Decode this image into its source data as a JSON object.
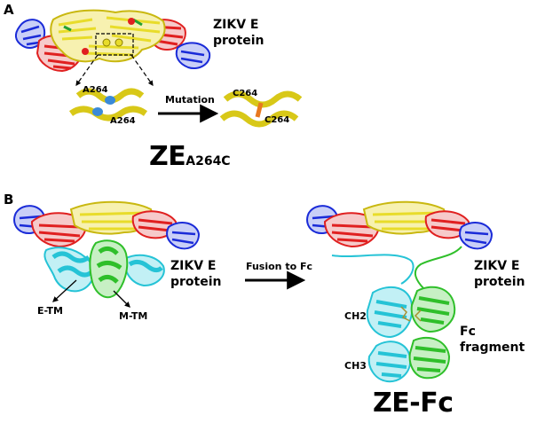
{
  "panel_a": {
    "letter": "A",
    "protein_label_line1": "ZIKV E",
    "protein_label_line2": "protein",
    "residue_before_top": "A264",
    "residue_before_bottom": "A264",
    "mutation_label": "Mutation",
    "residue_after_top": "C264",
    "residue_after_bottom": "C264",
    "construct_main": "ZE",
    "construct_sub": "A264C"
  },
  "panel_b": {
    "letter": "B",
    "left_protein_line1": "ZIKV E",
    "left_protein_line2": "protein",
    "etm_label": "E-TM",
    "mtm_label": "M-TM",
    "fusion_label": "Fusion to Fc",
    "right_protein_line1": "ZIKV E",
    "right_protein_line2": "protein",
    "ch2_label": "CH2",
    "ch3_label": "CH3",
    "fc_line1": "Fc",
    "fc_line2": "fragment",
    "construct": "ZE-Fc"
  },
  "colors": {
    "domain_blue": "#1a2bd8",
    "domain_red": "#e02020",
    "domain_yellow": "#e8dc2a",
    "tm_cyan": "#25c3d6",
    "tm_green": "#2fbf2a",
    "mutation_orange": "#e8781e",
    "mutation_blue": "#3a8ad8"
  }
}
